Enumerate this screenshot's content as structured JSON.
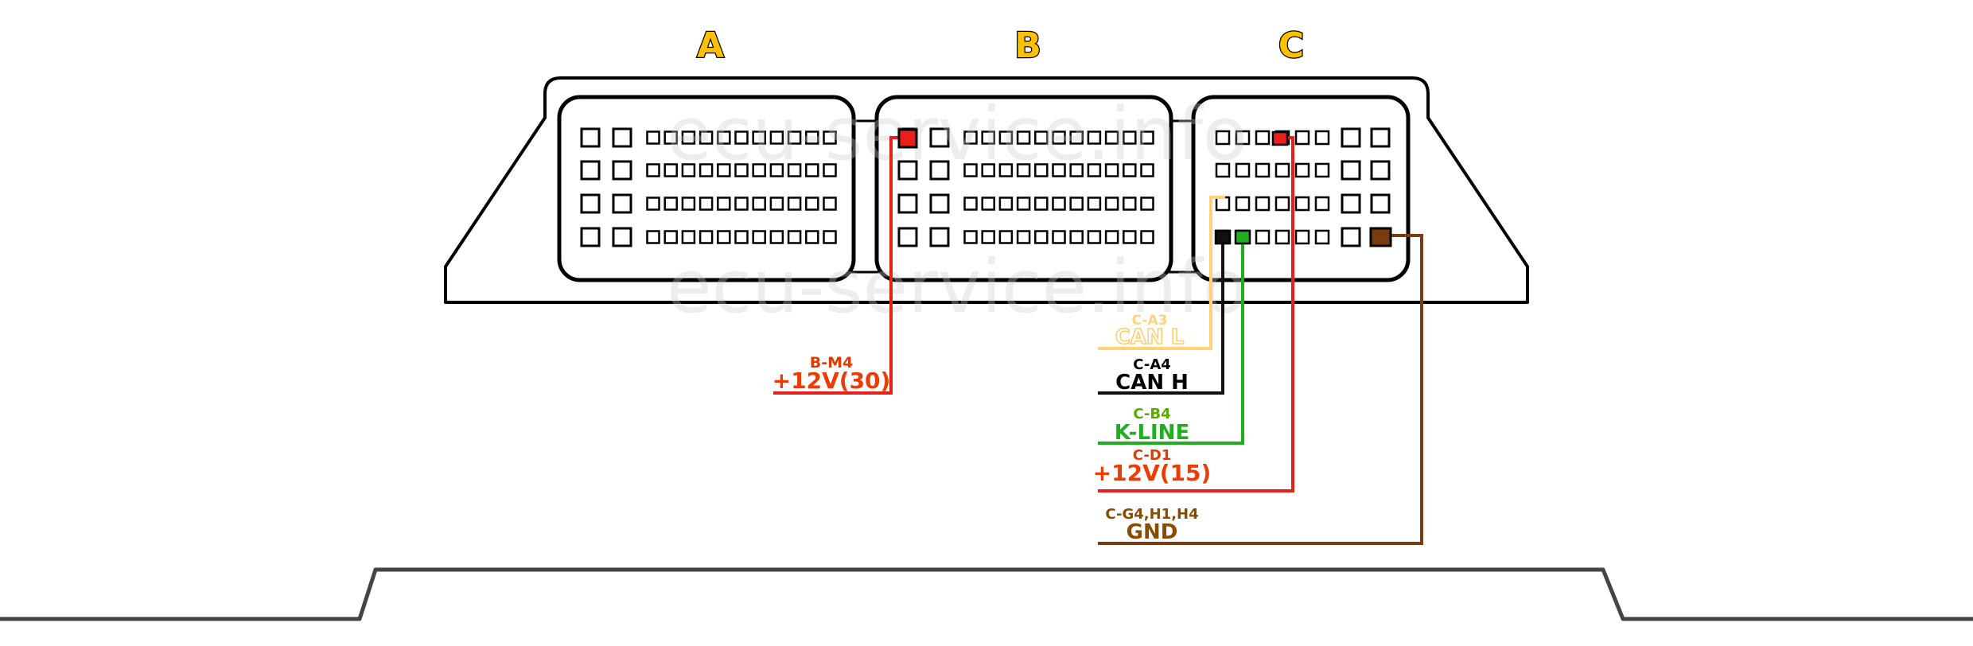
{
  "watermark": "ecu-service.info",
  "connectors": {
    "a": {
      "label": "A"
    },
    "b": {
      "label": "B"
    },
    "c": {
      "label": "C"
    }
  },
  "wires": [
    {
      "id": "b-m4",
      "pin": "B-M4",
      "name": "+12V(30)",
      "color": "#e8201c"
    },
    {
      "id": "c-a3",
      "pin": "C-A3",
      "name": "CAN L",
      "color": "#ffd27a"
    },
    {
      "id": "c-a4",
      "pin": "C-A4",
      "name": "CAN H",
      "color": "#111111"
    },
    {
      "id": "c-b4",
      "pin": "C-B4",
      "name": "K-LINE",
      "color": "#1fae1f"
    },
    {
      "id": "c-d1",
      "pin": "C-D1",
      "name": "+12V(15)",
      "color": "#e8201c"
    },
    {
      "id": "c-gnd",
      "pin": "C-G4,H1,H4",
      "name": "GND",
      "color": "#7a3b10"
    }
  ],
  "colors": {
    "outline": "#000000",
    "label_pin_red": "#e23a00",
    "label_orange": "#ef5a00",
    "label_black_pin": "#000000",
    "label_green": "#5aa800",
    "label_can_l": "#ffcc66",
    "label_brown": "#8a4a00",
    "connector_letter": "#ffc000"
  }
}
